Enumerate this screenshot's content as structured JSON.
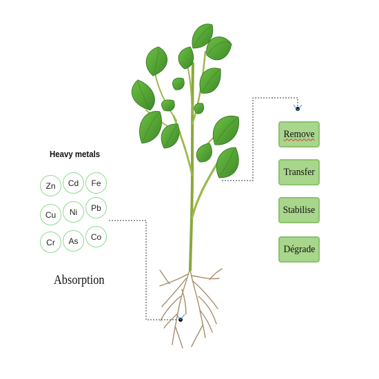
{
  "heavy_metals": {
    "title": "Heavy metals",
    "elements": [
      "Zn",
      "Cd",
      "Fe",
      "Cu",
      "Ni",
      "Pb",
      "Cr",
      "As",
      "Co"
    ]
  },
  "process_label": "Absorption",
  "actions": [
    "Remove",
    "Transfer",
    "Stabilise",
    "Dégrade"
  ],
  "colors": {
    "leaf": "#5aa83a",
    "leaf_dark": "#3d7f25",
    "stem": "#9bb84a",
    "root": "#a68d6a",
    "circle_border": "#8fd88f",
    "action_fill": "#a8d68c",
    "connector": "#333333"
  }
}
